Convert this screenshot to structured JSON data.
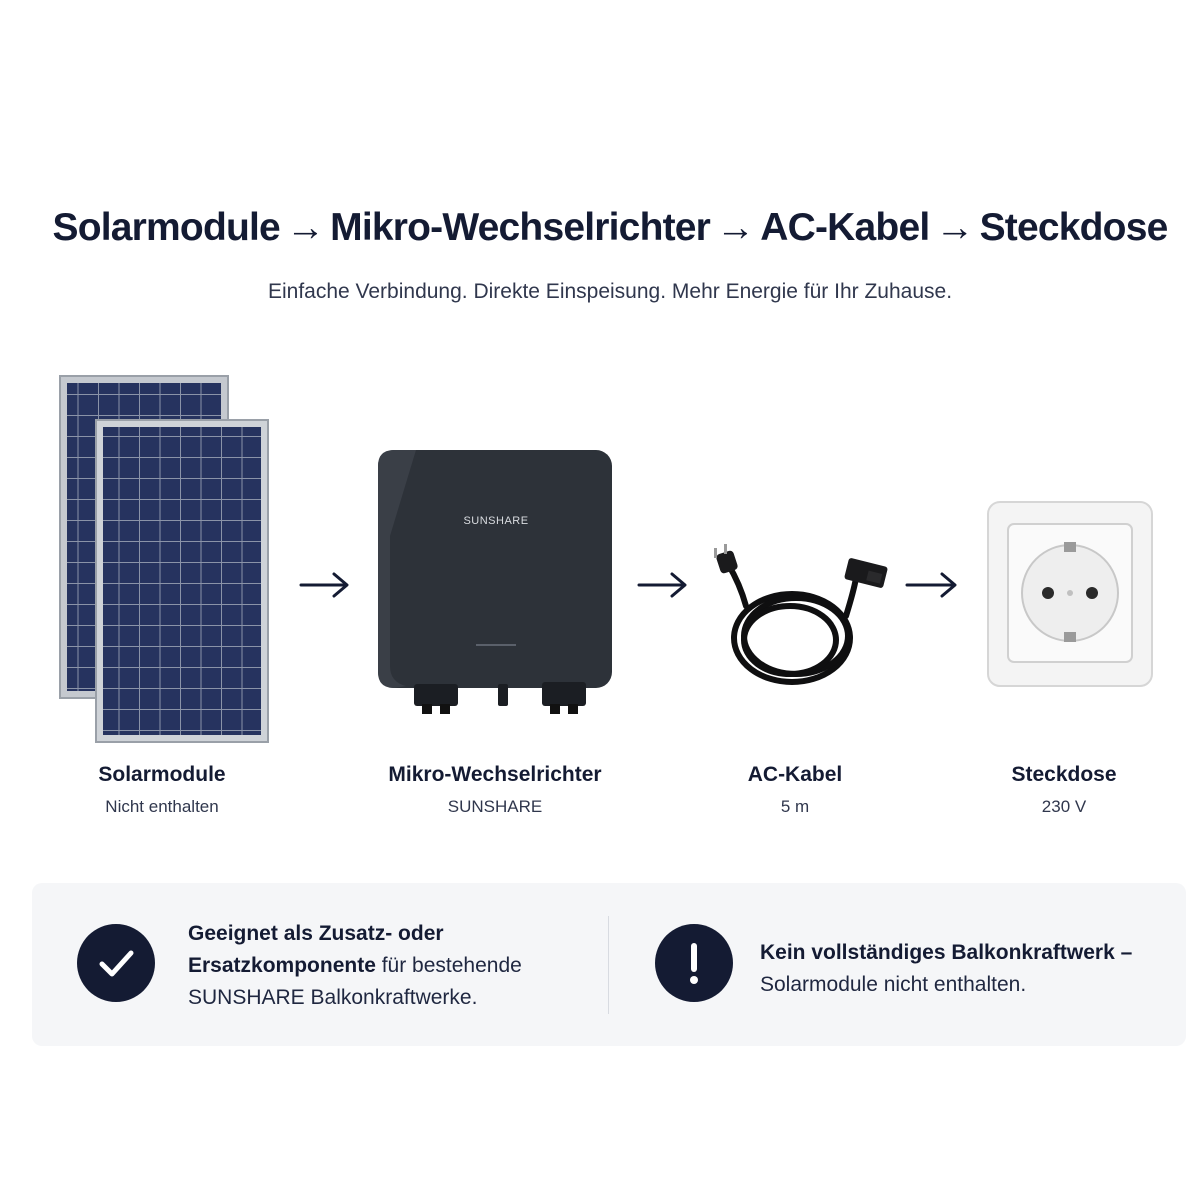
{
  "headline": {
    "step1": "Solarmodule",
    "step2": "Mikro-Wechselrichter",
    "step3": "AC-Kabel",
    "step4": "Steckdose",
    "arrow": "→"
  },
  "subtitle": "Einfache Verbindung. Direkte Einspeisung. Mehr Energie für Ihr Zuhause.",
  "components": [
    {
      "title": "Solarmodule",
      "sub": "Nicht enthalten"
    },
    {
      "title": "Mikro-Wechselrichter",
      "sub": "SUNSHARE"
    },
    {
      "title": "AC-Kabel",
      "sub": "5 m"
    },
    {
      "title": "Steckdose",
      "sub": "230 V"
    }
  ],
  "inverter_brand": "SUNSHARE",
  "notes": {
    "left": {
      "bold": "Geeignet als Zusatz- oder Ersatzkomponente",
      "rest": " für bestehende SUNSHARE Balkonkraftwerke.",
      "icon": "check-icon"
    },
    "right": {
      "bold": "Kein vollständiges Balkonkraftwerk –",
      "rest": " Solarmodule nicht enthalten.",
      "icon": "exclamation-icon"
    }
  },
  "colors": {
    "navy": "#141b33",
    "panel_bg": "#f5f6f8",
    "solar_cell": "#1f2b58",
    "inverter": "#2e333b"
  }
}
